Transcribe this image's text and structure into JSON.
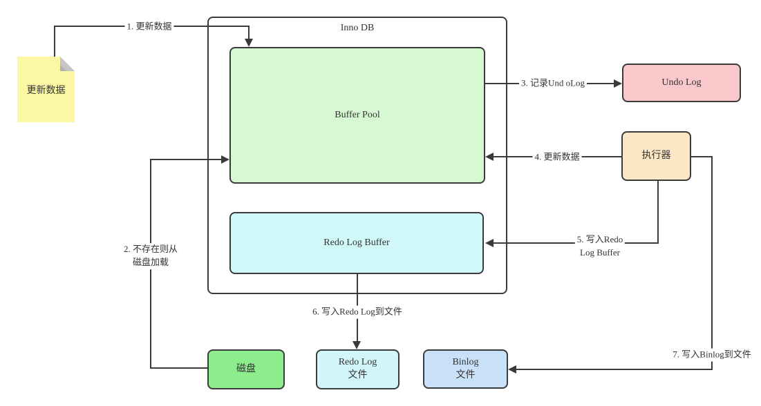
{
  "diagram": {
    "container": {
      "title": "Inno DB"
    },
    "nodes": {
      "note": {
        "label": "更新数据",
        "fill": "#fbf7a3"
      },
      "buffer_pool": {
        "label": "Buffer Pool",
        "fill": "#d6f8d3"
      },
      "redo_log_buffer": {
        "label": "Redo Log Buffer",
        "fill": "#d1f8f9"
      },
      "undo_log": {
        "label": "Undo Log",
        "fill": "#f9c8cb"
      },
      "executor": {
        "label": "执行器",
        "fill": "#fbe6c6"
      },
      "disk": {
        "label": "磁盘",
        "fill": "#8ded8d"
      },
      "redo_log_file": {
        "line1": "Redo Log",
        "line2": "文件",
        "fill": "#d1f6f9"
      },
      "binlog_file": {
        "line1": "Binlog",
        "line2": "文件",
        "fill": "#c8e0f8"
      }
    },
    "edges": {
      "e1": {
        "label": "1. 更新数据"
      },
      "e2": {
        "line1": "2. 不存在则从",
        "line2": "磁盘加载"
      },
      "e3": {
        "label": "3. 记录Und oLog"
      },
      "e4": {
        "label": "4. 更新数据"
      },
      "e5": {
        "line1": "5. 写入Redo",
        "line2": "Log Buffer"
      },
      "e6": {
        "label": "6. 写入Redo Log到文件"
      },
      "e7": {
        "label": "7. 写入Binlog到文件"
      }
    },
    "colors": {
      "line": "#3a3a3a",
      "text": "#333333",
      "background": "#ffffff"
    }
  }
}
